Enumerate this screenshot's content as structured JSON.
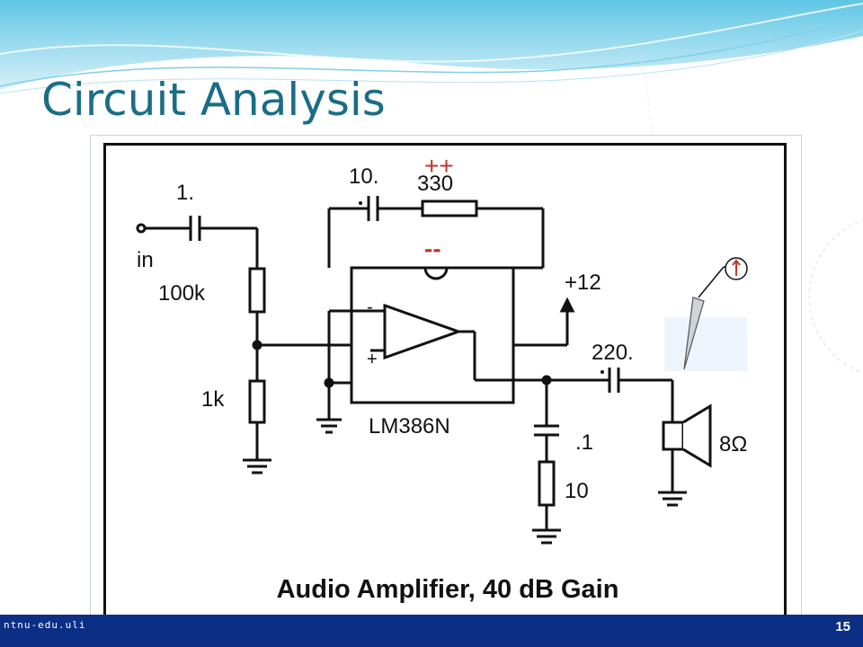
{
  "slide": {
    "title": "Circuit Analysis",
    "page_number": "15",
    "footer_text": "ntnu-edu.uli"
  },
  "circuit": {
    "caption": "Audio Amplifier, 40 dB Gain",
    "labels": {
      "input": "in",
      "c_input": "1.",
      "r_top": "100k",
      "r_bottom": "1k",
      "c_feedback": "10.",
      "r_feedback": "330",
      "supply": "+12",
      "chip": "LM386N",
      "c_output": "220.",
      "c_zobel": ".1",
      "r_zobel": "10",
      "speaker": "8Ω",
      "plus_mark": "++",
      "minus_mark": "--",
      "opamp_minus": "-",
      "opamp_plus": "+"
    }
  },
  "colors": {
    "title": "#1a6d86",
    "footer": "#0b2f84",
    "annotation_red": "#c0392b"
  },
  "icons": {
    "probe": "probe-meter-icon"
  }
}
